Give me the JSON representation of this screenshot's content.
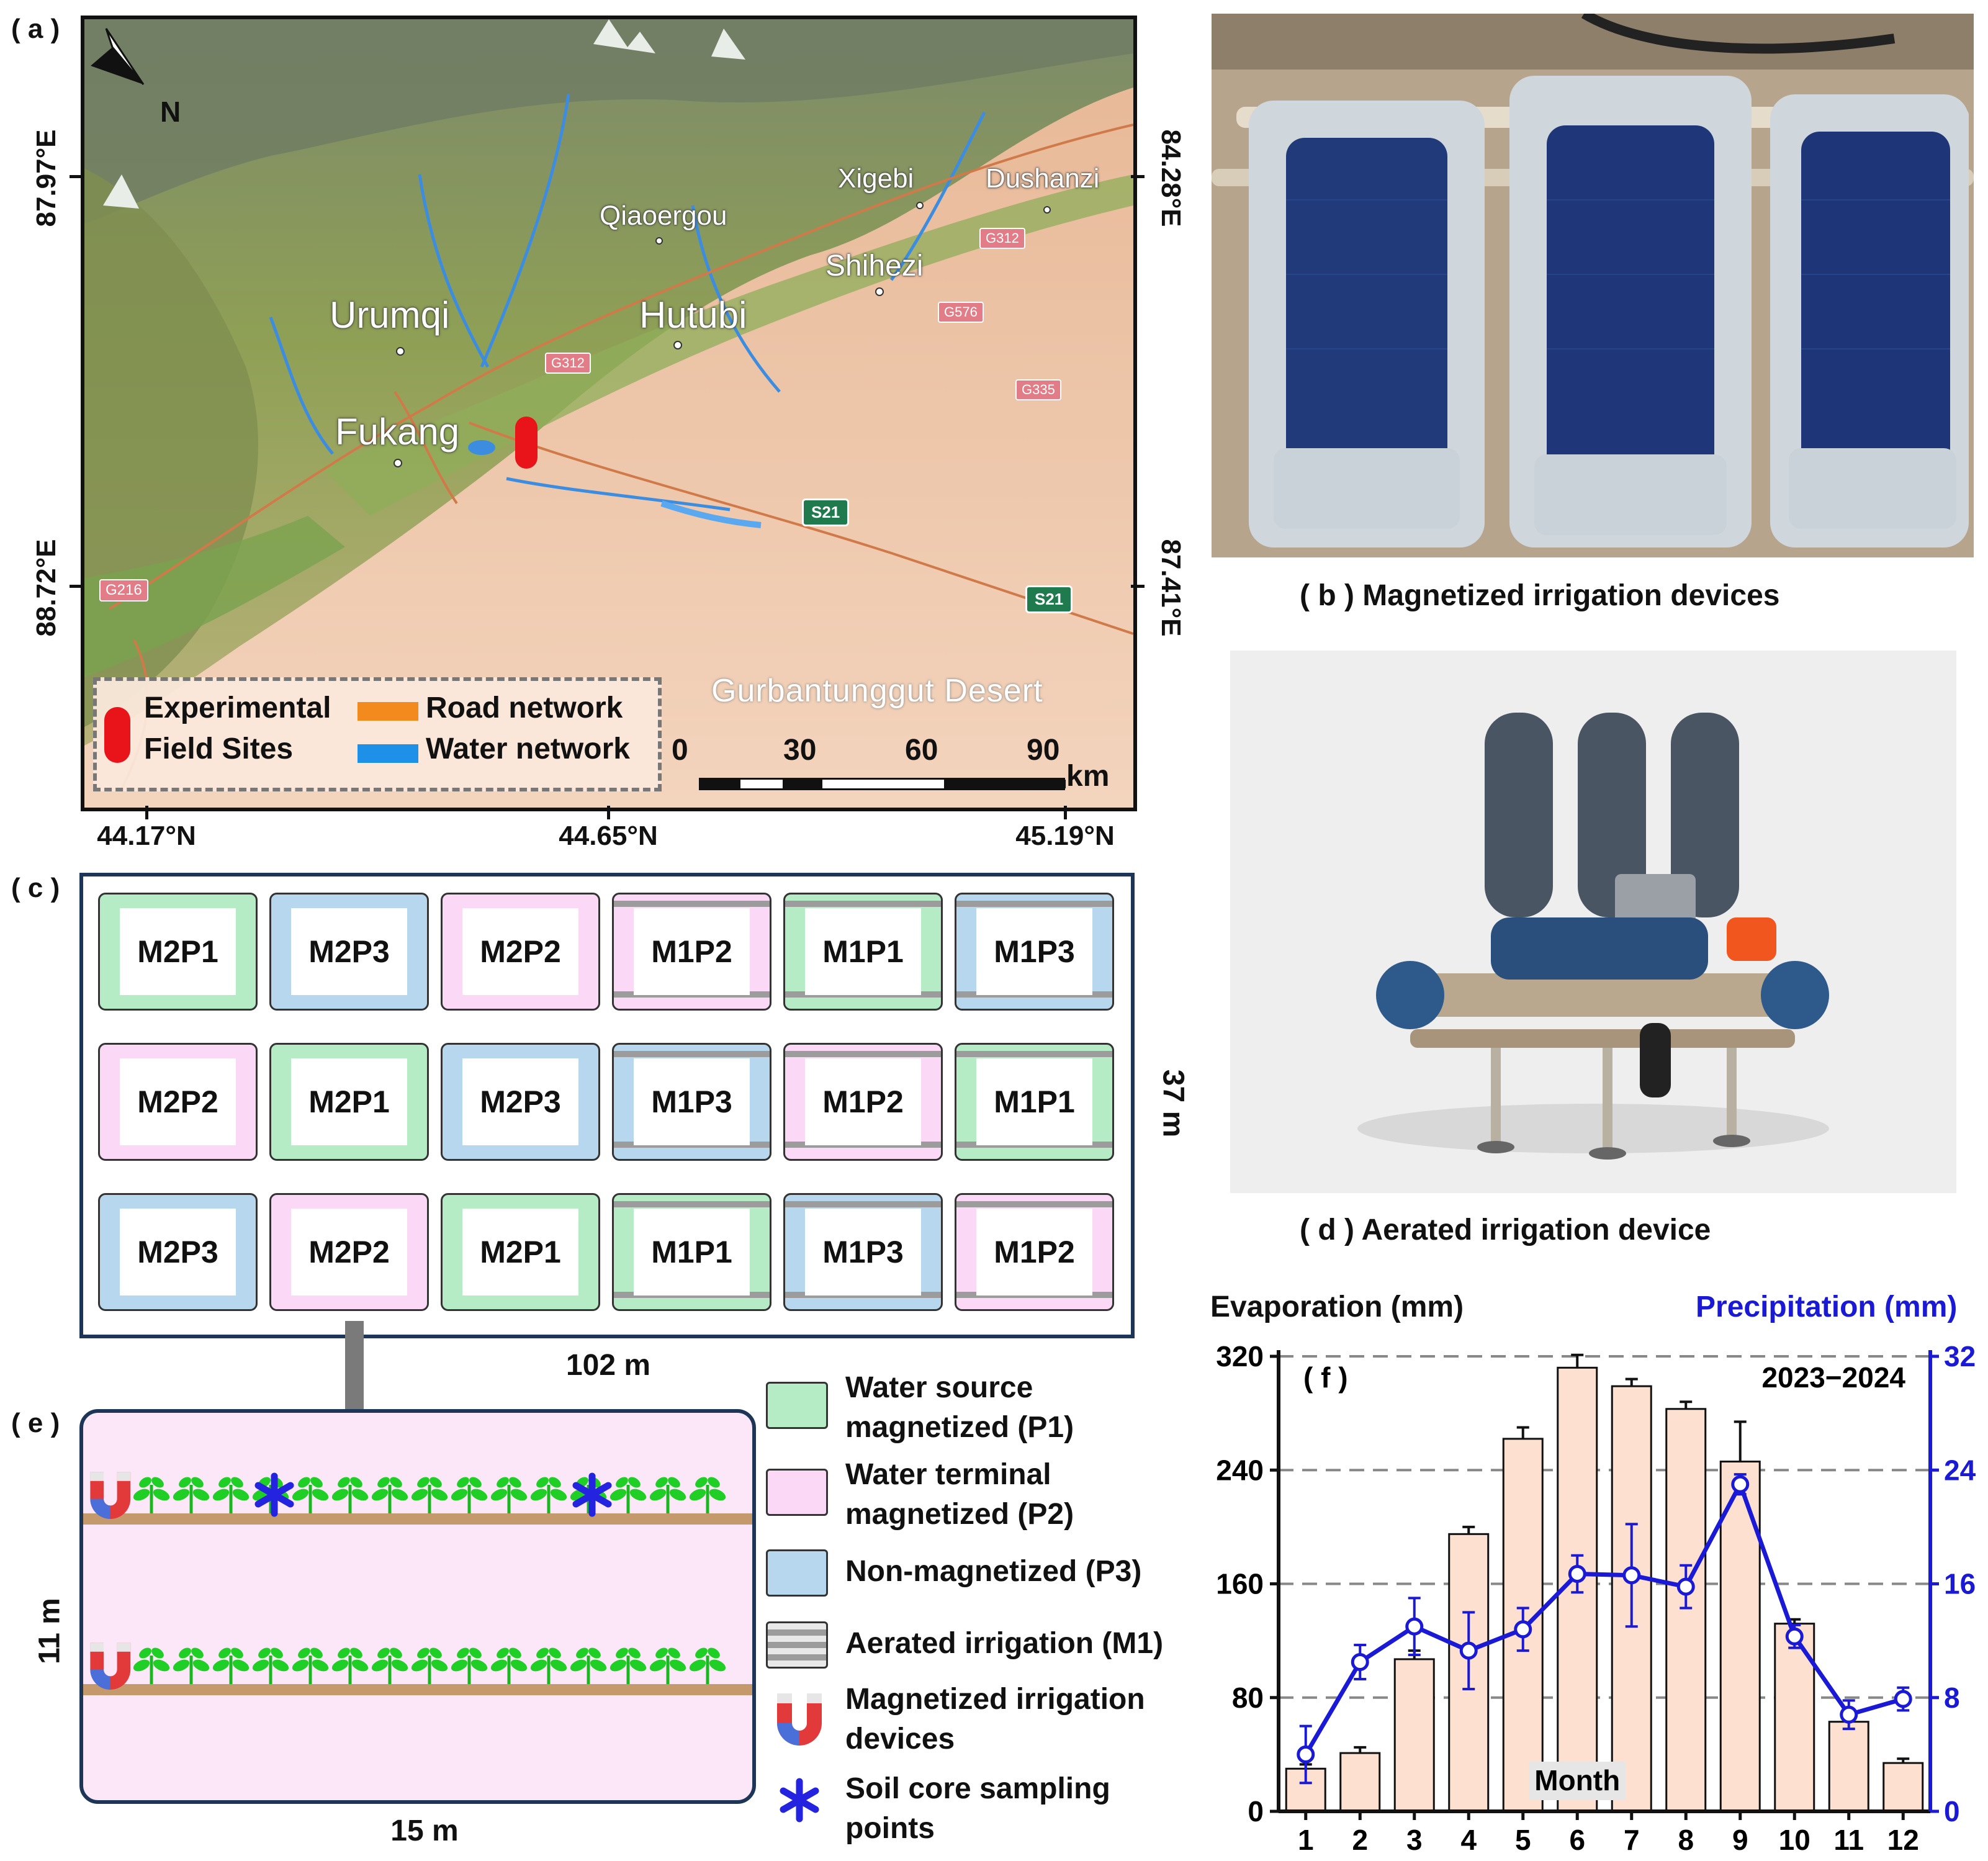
{
  "panels": {
    "a": {
      "letter": "( a )",
      "north": "N",
      "left_ticks": [
        "87.97°E",
        "88.72°E"
      ],
      "right_ticks": [
        "84.28°E",
        "87.41°E"
      ],
      "bottom_ticks": [
        "44.17°N",
        "44.65°N",
        "45.19°N"
      ],
      "places": [
        "Xigebi",
        "Dushanzi",
        "Qiaoergou",
        "Shihezi",
        "Urumqi",
        "Hutubi",
        "Fukang"
      ],
      "desert": "Gurbantunggut Desert",
      "road_shields": [
        "G312",
        "G576",
        "G312",
        "G335",
        "G216"
      ],
      "highway_shields": [
        "S21",
        "S21"
      ],
      "legend": {
        "site_line1": "Experimental",
        "site_line2": "Field Sites",
        "road": "Road network",
        "water": "Water network"
      },
      "scale": {
        "ticks": [
          "0",
          "30",
          "60",
          "90"
        ],
        "unit": "km"
      },
      "colors": {
        "site": "#e8141a",
        "road": "#f28a1e",
        "water": "#1e90e8"
      }
    },
    "b": {
      "caption": "( b ) Magnetized irrigation devices"
    },
    "c": {
      "letter": "( c )",
      "rows": [
        [
          {
            "label": "M2P1",
            "p": "P1",
            "aer": false
          },
          {
            "label": "M2P3",
            "p": "P3",
            "aer": false
          },
          {
            "label": "M2P2",
            "p": "P2",
            "aer": false
          },
          {
            "label": "M1P2",
            "p": "P2",
            "aer": true
          },
          {
            "label": "M1P1",
            "p": "P1",
            "aer": true
          },
          {
            "label": "M1P3",
            "p": "P3",
            "aer": true
          }
        ],
        [
          {
            "label": "M2P2",
            "p": "P2",
            "aer": false
          },
          {
            "label": "M2P1",
            "p": "P1",
            "aer": false
          },
          {
            "label": "M2P3",
            "p": "P3",
            "aer": false
          },
          {
            "label": "M1P3",
            "p": "P3",
            "aer": true
          },
          {
            "label": "M1P2",
            "p": "P2",
            "aer": true
          },
          {
            "label": "M1P1",
            "p": "P1",
            "aer": true
          }
        ],
        [
          {
            "label": "M2P3",
            "p": "P3",
            "aer": false
          },
          {
            "label": "M2P2",
            "p": "P2",
            "aer": false
          },
          {
            "label": "M2P1",
            "p": "P1",
            "aer": false
          },
          {
            "label": "M1P1",
            "p": "P1",
            "aer": true
          },
          {
            "label": "M1P3",
            "p": "P3",
            "aer": true
          },
          {
            "label": "M1P2",
            "p": "P2",
            "aer": true
          }
        ]
      ],
      "width_label": "102 m",
      "height_label": "37 m",
      "colors": {
        "P1": "#b5ecc5",
        "P2": "#fbd8f5",
        "P3": "#b7d7ef"
      }
    },
    "d": {
      "caption": "( d ) Aerated irrigation device"
    },
    "e": {
      "letter": "( e )",
      "width_label": "15 m",
      "height_label": "11 m",
      "legend": {
        "p1_line1": "Water source",
        "p1_line2": "magnetized (P1)",
        "p2_line1": "Water terminal",
        "p2_line2": "magnetized (P2)",
        "p3": "Non-magnetized (P3)",
        "m1": "Aerated irrigation (M1)",
        "mag_line1": "Magnetized irrigation",
        "mag_line2": "devices",
        "soil_line1": "Soil core sampling",
        "soil_line2": "points"
      }
    }
  },
  "chart_data": {
    "type": "bar",
    "panel_label": "( f )",
    "period": "2023−2024",
    "xlabel": "Month",
    "ylabel_left": "Evaporation (mm)",
    "ylabel_right": "Precipitation (mm)",
    "categories": [
      "1",
      "2",
      "3",
      "4",
      "5",
      "6",
      "7",
      "8",
      "9",
      "10",
      "11",
      "12"
    ],
    "ylim_left": [
      0,
      320
    ],
    "ylim_right": [
      0,
      32
    ],
    "yticks_left": [
      "0",
      "80",
      "160",
      "240",
      "320"
    ],
    "yticks_right": [
      "0",
      "8",
      "16",
      "24",
      "32"
    ],
    "grid": "dashed horizontal",
    "series": [
      {
        "type": "bar",
        "axis": "left",
        "values": [
          30,
          41,
          107,
          195,
          262,
          312,
          299,
          283,
          246,
          132,
          63,
          34
        ],
        "errors": [
          3,
          4,
          6,
          5,
          8,
          9,
          5,
          5,
          28,
          3,
          2,
          3
        ],
        "color": "#fde0cf"
      },
      {
        "type": "line",
        "axis": "right",
        "values": [
          4,
          10.5,
          13,
          11.3,
          12.8,
          16.7,
          16.6,
          15.8,
          23,
          12.3,
          6.8,
          7.9
        ],
        "errors": [
          2,
          1.2,
          2,
          2.7,
          1.5,
          1.3,
          3.6,
          1.5,
          0.7,
          0.8,
          1,
          0.8
        ],
        "color": "#1a1ad6"
      }
    ]
  }
}
